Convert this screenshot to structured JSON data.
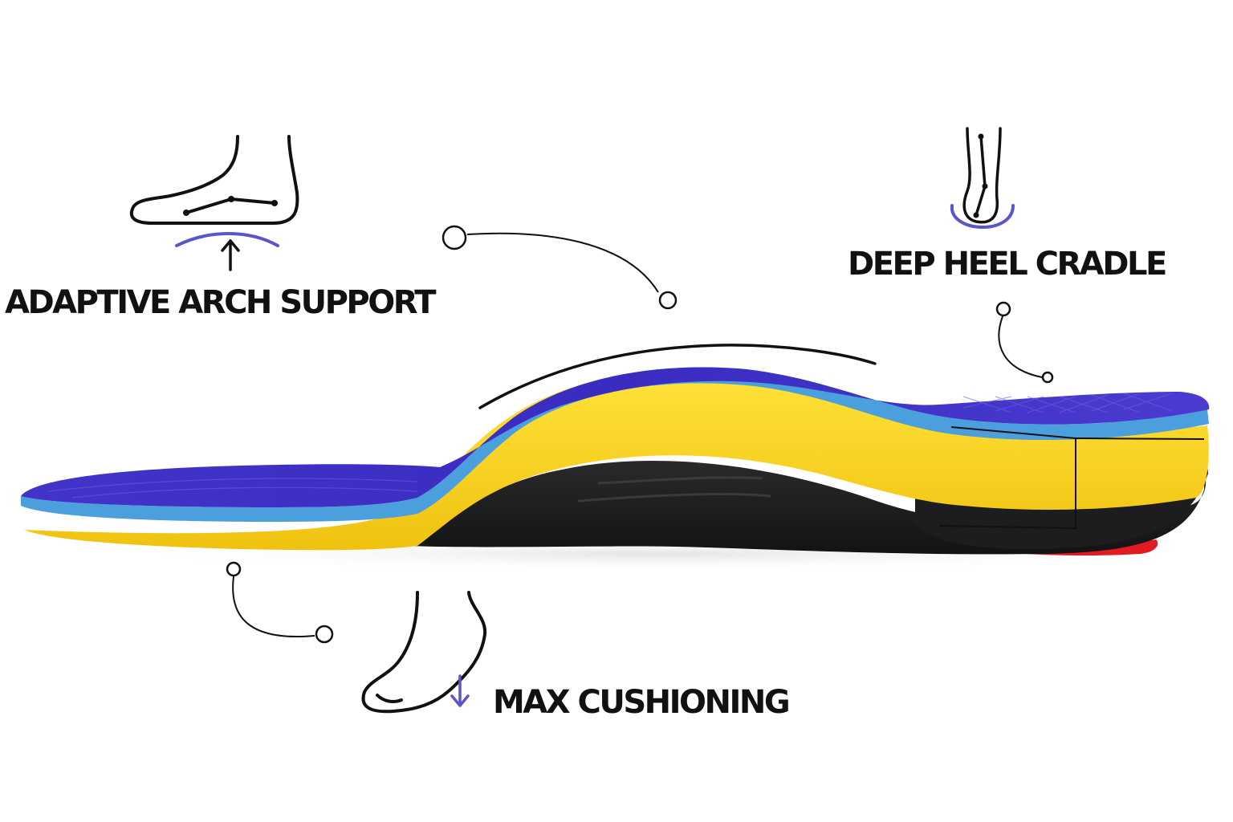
{
  "features": {
    "arch_support": {
      "label": "ADAPTIVE ARCH SUPPORT",
      "icon": "foot-side-arch-icon"
    },
    "heel_cradle": {
      "label": "DEEP HEEL CRADLE",
      "icon": "heel-back-view-icon"
    },
    "cushioning": {
      "label": "MAX CUSHIONING",
      "icon": "foot-cushion-icon"
    }
  },
  "colors": {
    "text": "#111111",
    "accent": "#5a55c8",
    "insole_top": "#3b2fc0",
    "foam_blue": "#4a9fdc",
    "foam_yellow": "#f6d11c",
    "base_black": "#1b1b1d",
    "heel_pad": "#e11b22"
  }
}
